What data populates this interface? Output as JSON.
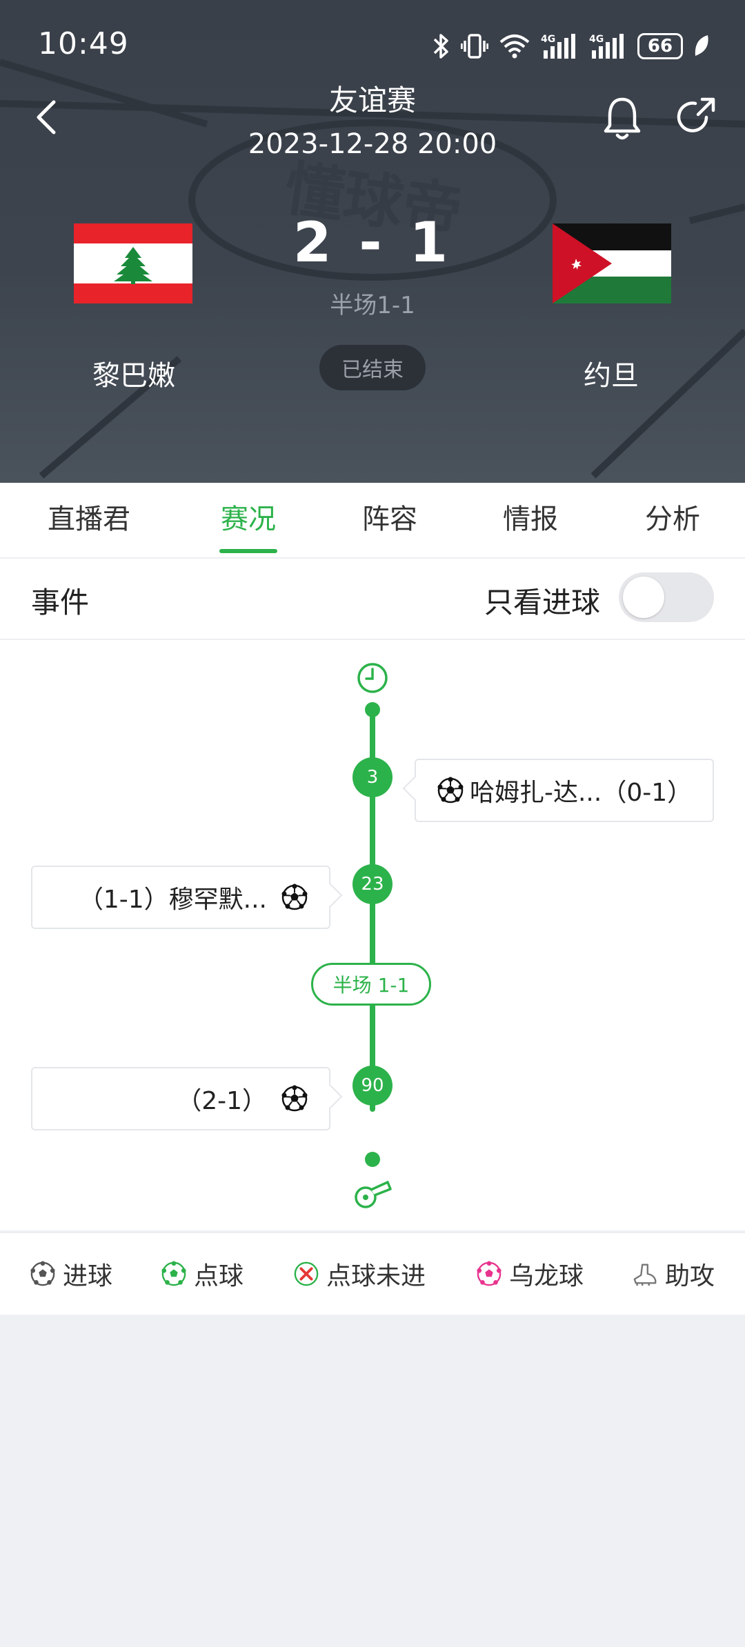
{
  "status_bar": {
    "time": "10:49",
    "battery": "66",
    "network_1": "4G",
    "network_2": "4G"
  },
  "header": {
    "competition": "友谊赛",
    "datetime": "2023-12-28 20:00",
    "score": "2 - 1",
    "halftime": "半场1-1",
    "status": "已结束",
    "home_team": "黎巴嫩",
    "away_team": "约旦"
  },
  "tabs": [
    {
      "label": "直播君",
      "active": false
    },
    {
      "label": "赛况",
      "active": true
    },
    {
      "label": "阵容",
      "active": false
    },
    {
      "label": "情报",
      "active": false
    },
    {
      "label": "分析",
      "active": false
    }
  ],
  "events_section": {
    "title": "事件",
    "goal_only_label": "只看进球",
    "goal_only_enabled": false
  },
  "timeline": {
    "halftime_label": "半场 1-1",
    "events": [
      {
        "minute": "3",
        "side": "away",
        "text": "哈姆扎-达...（0-1）",
        "type": "goal"
      },
      {
        "minute": "23",
        "side": "home",
        "text": "（1-1）穆罕默...",
        "type": "goal"
      },
      {
        "minute": "90",
        "side": "home",
        "text": "（2-1）",
        "type": "goal"
      }
    ]
  },
  "legend": [
    {
      "label": "进球",
      "icon": "goal-ball-icon"
    },
    {
      "label": "点球",
      "icon": "penalty-ball-icon"
    },
    {
      "label": "点球未进",
      "icon": "missed-penalty-icon"
    },
    {
      "label": "乌龙球",
      "icon": "own-goal-icon"
    },
    {
      "label": "助攻",
      "icon": "assist-boot-icon"
    }
  ],
  "colors": {
    "accent": "#2cb24a",
    "header_bg": "#3d444e",
    "own_goal": "#e8348f",
    "missed": "#e53935"
  }
}
